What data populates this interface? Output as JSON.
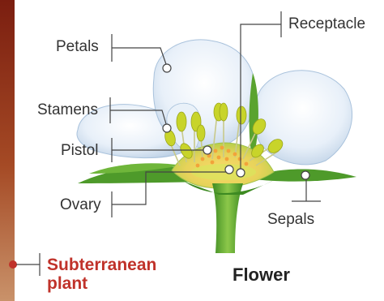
{
  "labels": {
    "petals": "Petals",
    "stamens": "Stamens",
    "pistol": "Pistol",
    "ovary": "Ovary",
    "receptacle": "Receptacle",
    "sepals": "Sepals",
    "subterranean_plant": "Subterranean plant",
    "flower": "Flower"
  },
  "colors": {
    "accent": "#c0322a",
    "stem": "#4e9a2a",
    "petal": "#e4eef8",
    "stamen": "#c8d42a",
    "pistil": "#f2a33a",
    "leader": "#444444"
  }
}
